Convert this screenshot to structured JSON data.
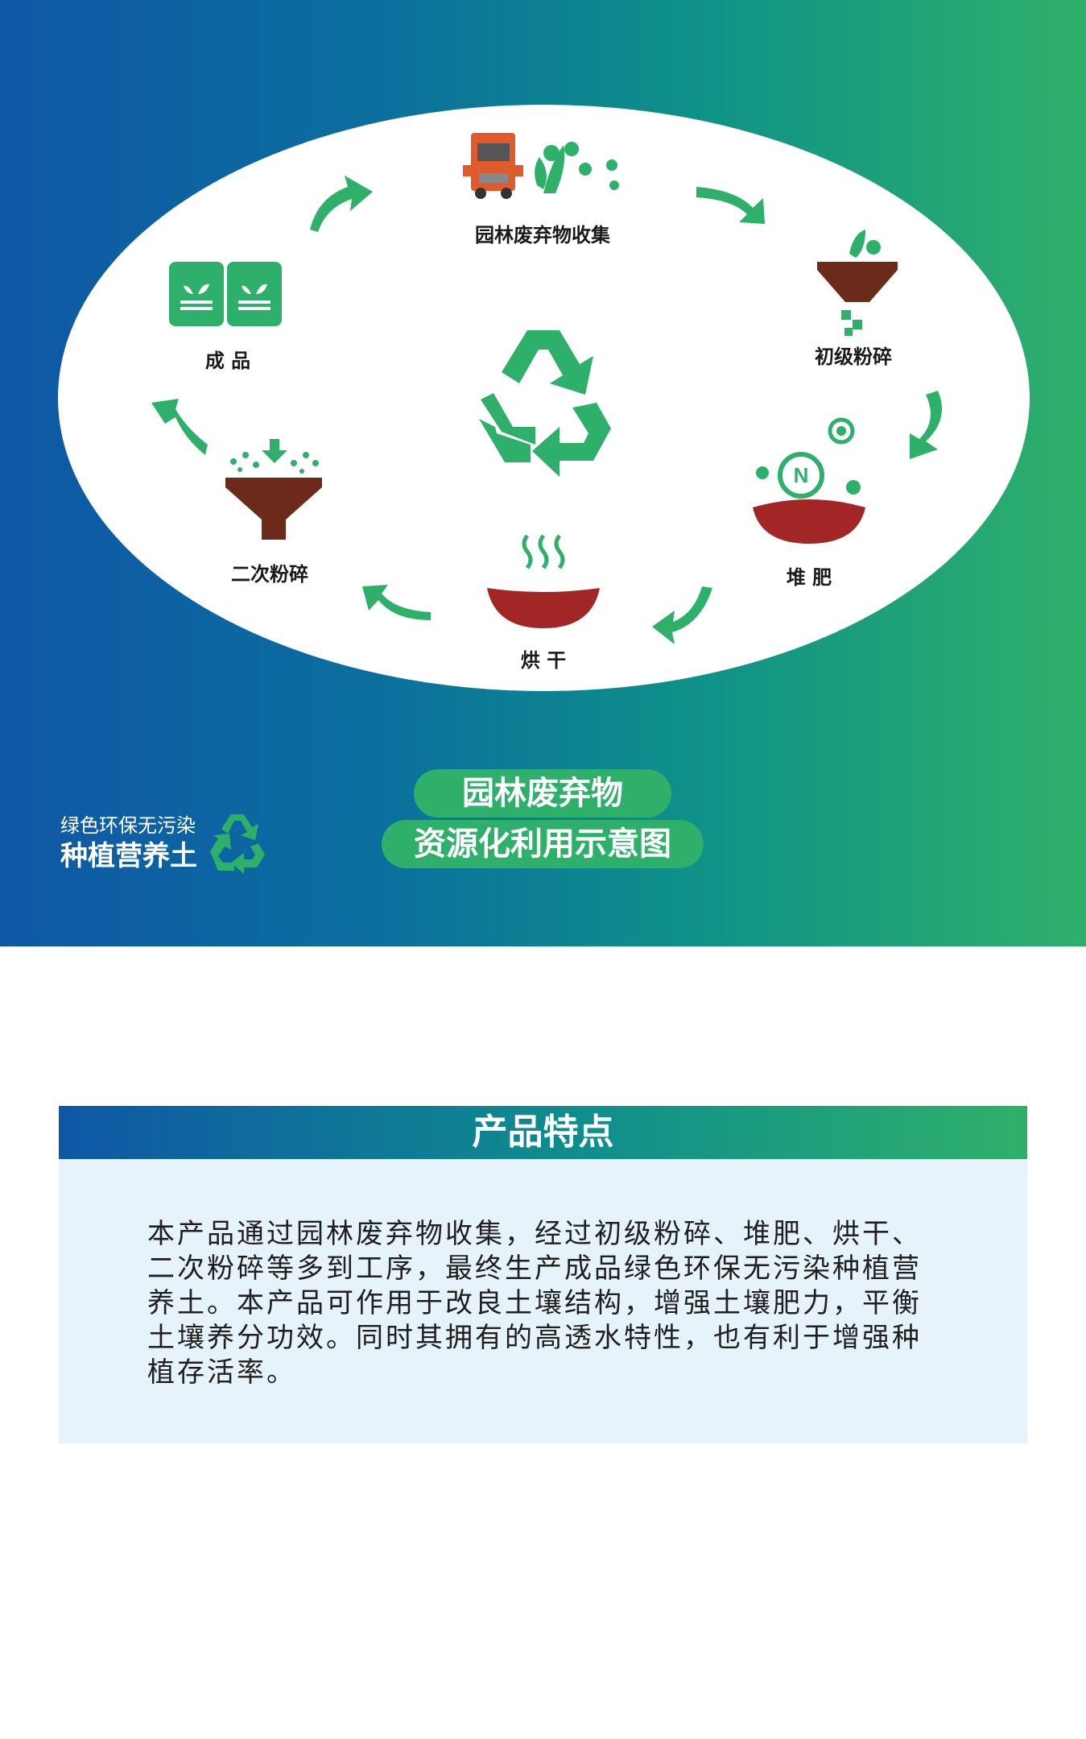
{
  "diagram": {
    "title_line1": "园林废弃物",
    "title_line2": "资源化利用示意图",
    "center_icon": "recycle-icon",
    "steps": [
      {
        "label": "园林废弃物收集",
        "icon": "truck-plants-icon"
      },
      {
        "label": "初级粉碎",
        "icon": "crusher-funnel-icon"
      },
      {
        "label": "堆 肥",
        "icon": "compost-bowl-icon"
      },
      {
        "label": "烘 干",
        "icon": "drying-bowl-icon"
      },
      {
        "label": "二次粉碎",
        "icon": "secondary-funnel-icon"
      },
      {
        "label": "成 品",
        "icon": "product-bags-icon"
      }
    ],
    "colors": {
      "green": "#2fb06a",
      "brown": "#6b2a1a",
      "red_soil": "#a32626",
      "blue": "#0f57a6"
    }
  },
  "brand": {
    "line1": "绿色环保无污染",
    "line2": "种植营养土"
  },
  "features": {
    "heading": "产品特点",
    "body": "本产品通过园林废弃物收集，经过初级粉碎、堆肥、烘干、二次粉碎等多到工序，最终生产成品绿色环保无污染种植营养土。本产品可作用于改良土壤结构，增强土壤肥力，平衡土壤养分功效。同时其拥有的高透水特性，也有利于增强种植存活率。"
  }
}
